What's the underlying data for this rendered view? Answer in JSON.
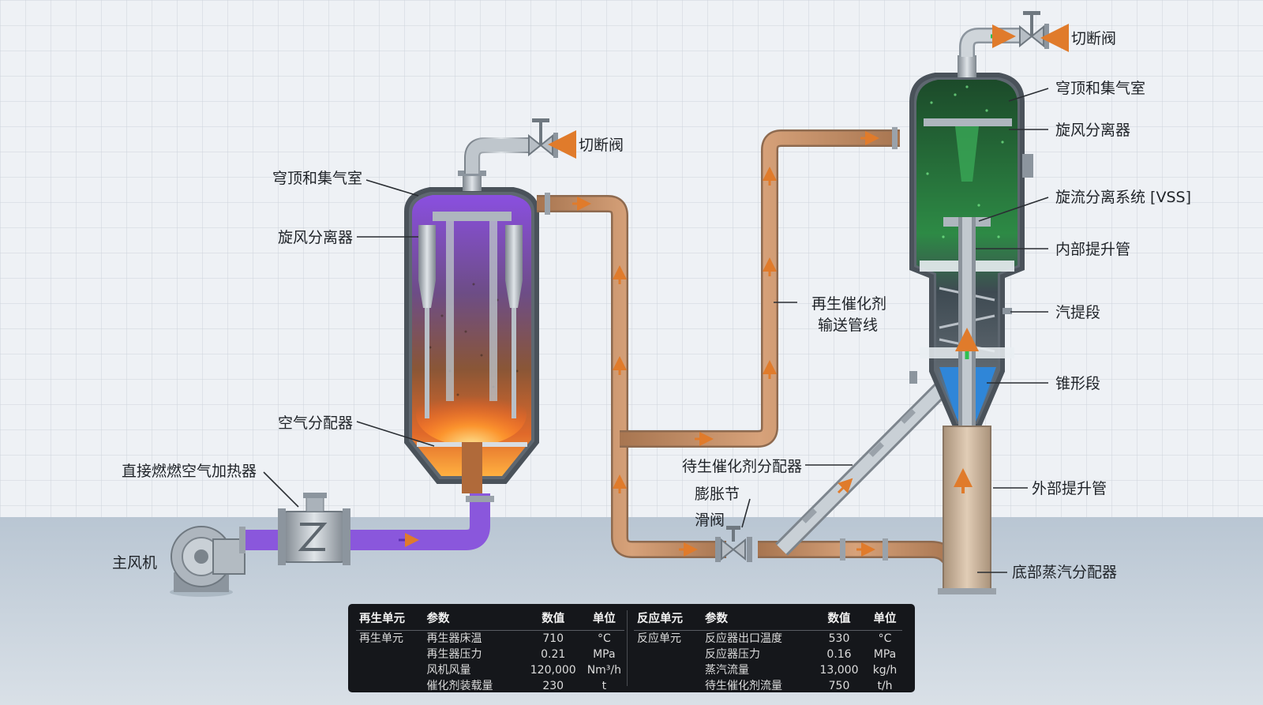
{
  "labels": {
    "valve_left": "切断阀",
    "dome_left": "穹顶和集气室",
    "cyclone_left": "旋风分离器",
    "air_distributor": "空气分配器",
    "direct_heater": "直接燃燃空气加热器",
    "main_blower": "主风机",
    "transfer_line_1": "再生催化剂",
    "transfer_line_2": "输送管线",
    "spent_distributor": "待生催化剂分配器",
    "expansion_joint": "膨胀节",
    "slide_valve": "滑阀",
    "valve_right": "切断阀",
    "dome_right": "穹顶和集气室",
    "cyclone_right": "旋风分离器",
    "vss": "旋流分离系统 [VSS]",
    "internal_riser": "内部提升管",
    "stripper": "汽提段",
    "cone": "锥形段",
    "external_riser": "外部提升管",
    "bottom_steam": "底部蒸汽分配器"
  },
  "table_left": {
    "headers": [
      "再生单元",
      "参数",
      "数值",
      "单位"
    ],
    "unit": "再生单元",
    "rows": [
      {
        "param": "再生器床温",
        "value": "710",
        "unit": "°C"
      },
      {
        "param": "再生器压力",
        "value": "0.21",
        "unit": "MPa"
      },
      {
        "param": "风机风量",
        "value": "120,000",
        "unit": "Nm³/h"
      },
      {
        "param": "催化剂装载量",
        "value": "230",
        "unit": "t"
      }
    ]
  },
  "table_right": {
    "headers": [
      "反应单元",
      "参数",
      "数值",
      "单位"
    ],
    "unit": "反应单元",
    "rows": [
      {
        "param": "反应器出口温度",
        "value": "530",
        "unit": "°C"
      },
      {
        "param": "反应器压力",
        "value": "0.16",
        "unit": "MPa"
      },
      {
        "param": "蒸汽流量",
        "value": "13,000",
        "unit": "kg/h"
      },
      {
        "param": "待生催化剂流量",
        "value": "750",
        "unit": "t/h"
      }
    ]
  },
  "colors": {
    "air_flow": "#7b48d6",
    "gas_out": "#2fbf4f",
    "catalyst": "#c98a55",
    "steam": "#2f7fd0"
  }
}
